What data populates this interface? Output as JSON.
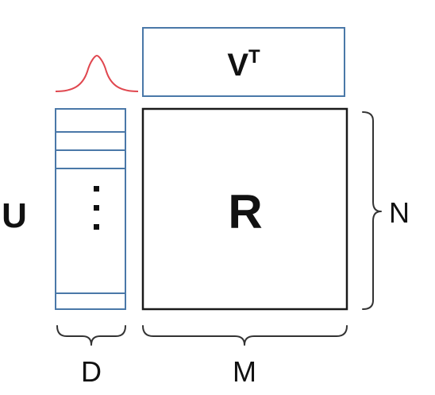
{
  "labels": {
    "u_matrix": "U",
    "v_transpose_base": "V",
    "v_transpose_superscript": "T",
    "r_matrix": "R",
    "n_dimension": "N",
    "d_dimension": "D",
    "m_dimension": "M",
    "ellipsis": "⋮"
  },
  "colors": {
    "box_stroke": "#4a78a8",
    "gaussian_curve": "#e0474f",
    "matrix_stroke": "#1a1a1a",
    "text": "#111111"
  }
}
